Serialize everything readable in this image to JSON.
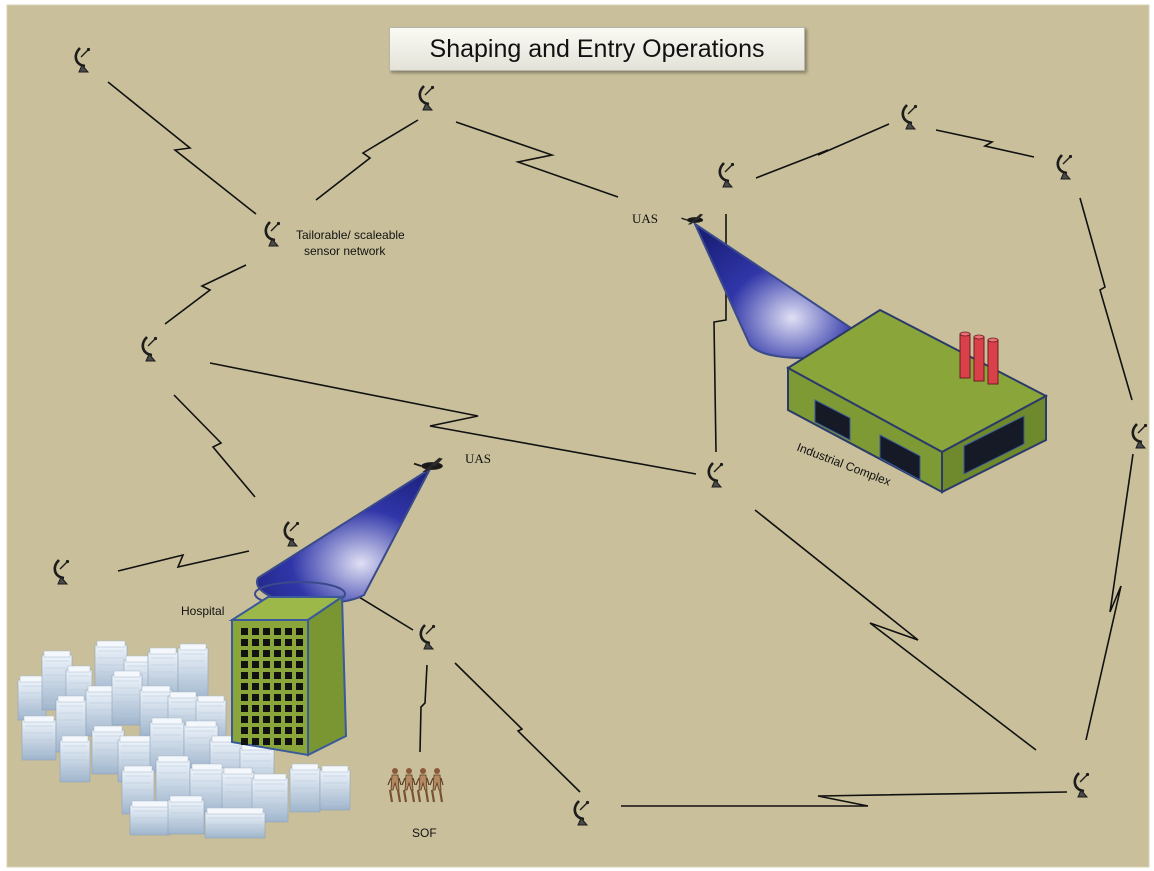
{
  "title": "Shaping and Entry Operations",
  "labels": {
    "sensor_network_line1": "Tailorable/ scaleable",
    "sensor_network_line2": "sensor network",
    "uas_top": "UAS",
    "uas_bottom": "UAS",
    "hospital": "Hospital",
    "industrial": "Industrial Complex",
    "sof": "SOF"
  },
  "icons": {
    "sensor": "satellite-dish-icon",
    "uas": "uav-icon",
    "sof": "soldier-icon"
  },
  "colors": {
    "background": "#c9c09b",
    "link_line": "#111111",
    "building_green": "#8aa63a",
    "chimney": "#d9404a",
    "sensor_cone": "#2a2f9a"
  }
}
